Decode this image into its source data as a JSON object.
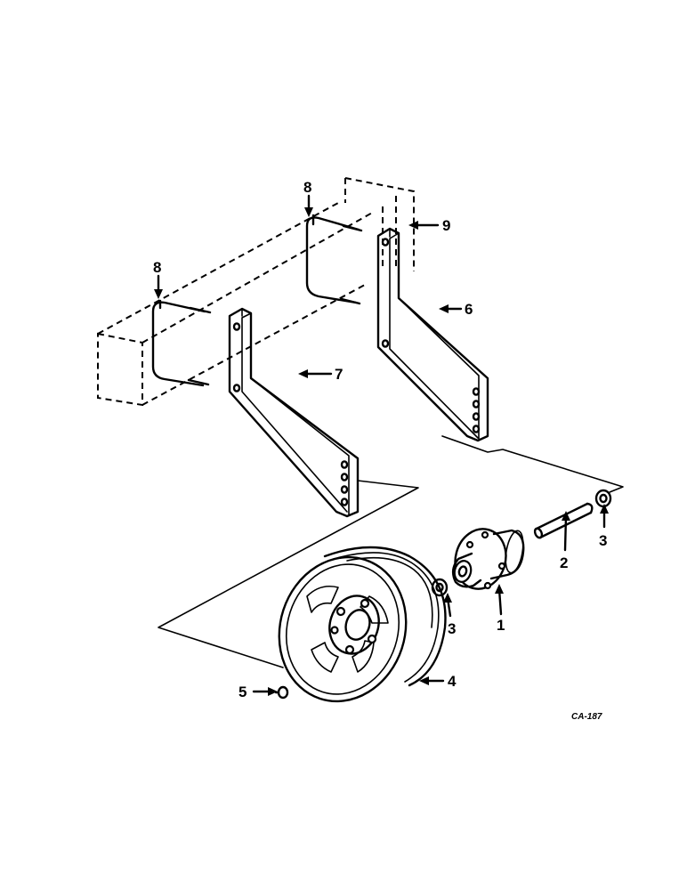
{
  "callouts": {
    "c1": "1",
    "c2": "2",
    "c3a": "3",
    "c3b": "3",
    "c4": "4",
    "c5": "5",
    "c6": "6",
    "c7": "7",
    "c8a": "8",
    "c8b": "8",
    "c9": "9"
  },
  "drawing_code": "CA-187",
  "colors": {
    "ink": "#000000",
    "paper": "#ffffff"
  }
}
